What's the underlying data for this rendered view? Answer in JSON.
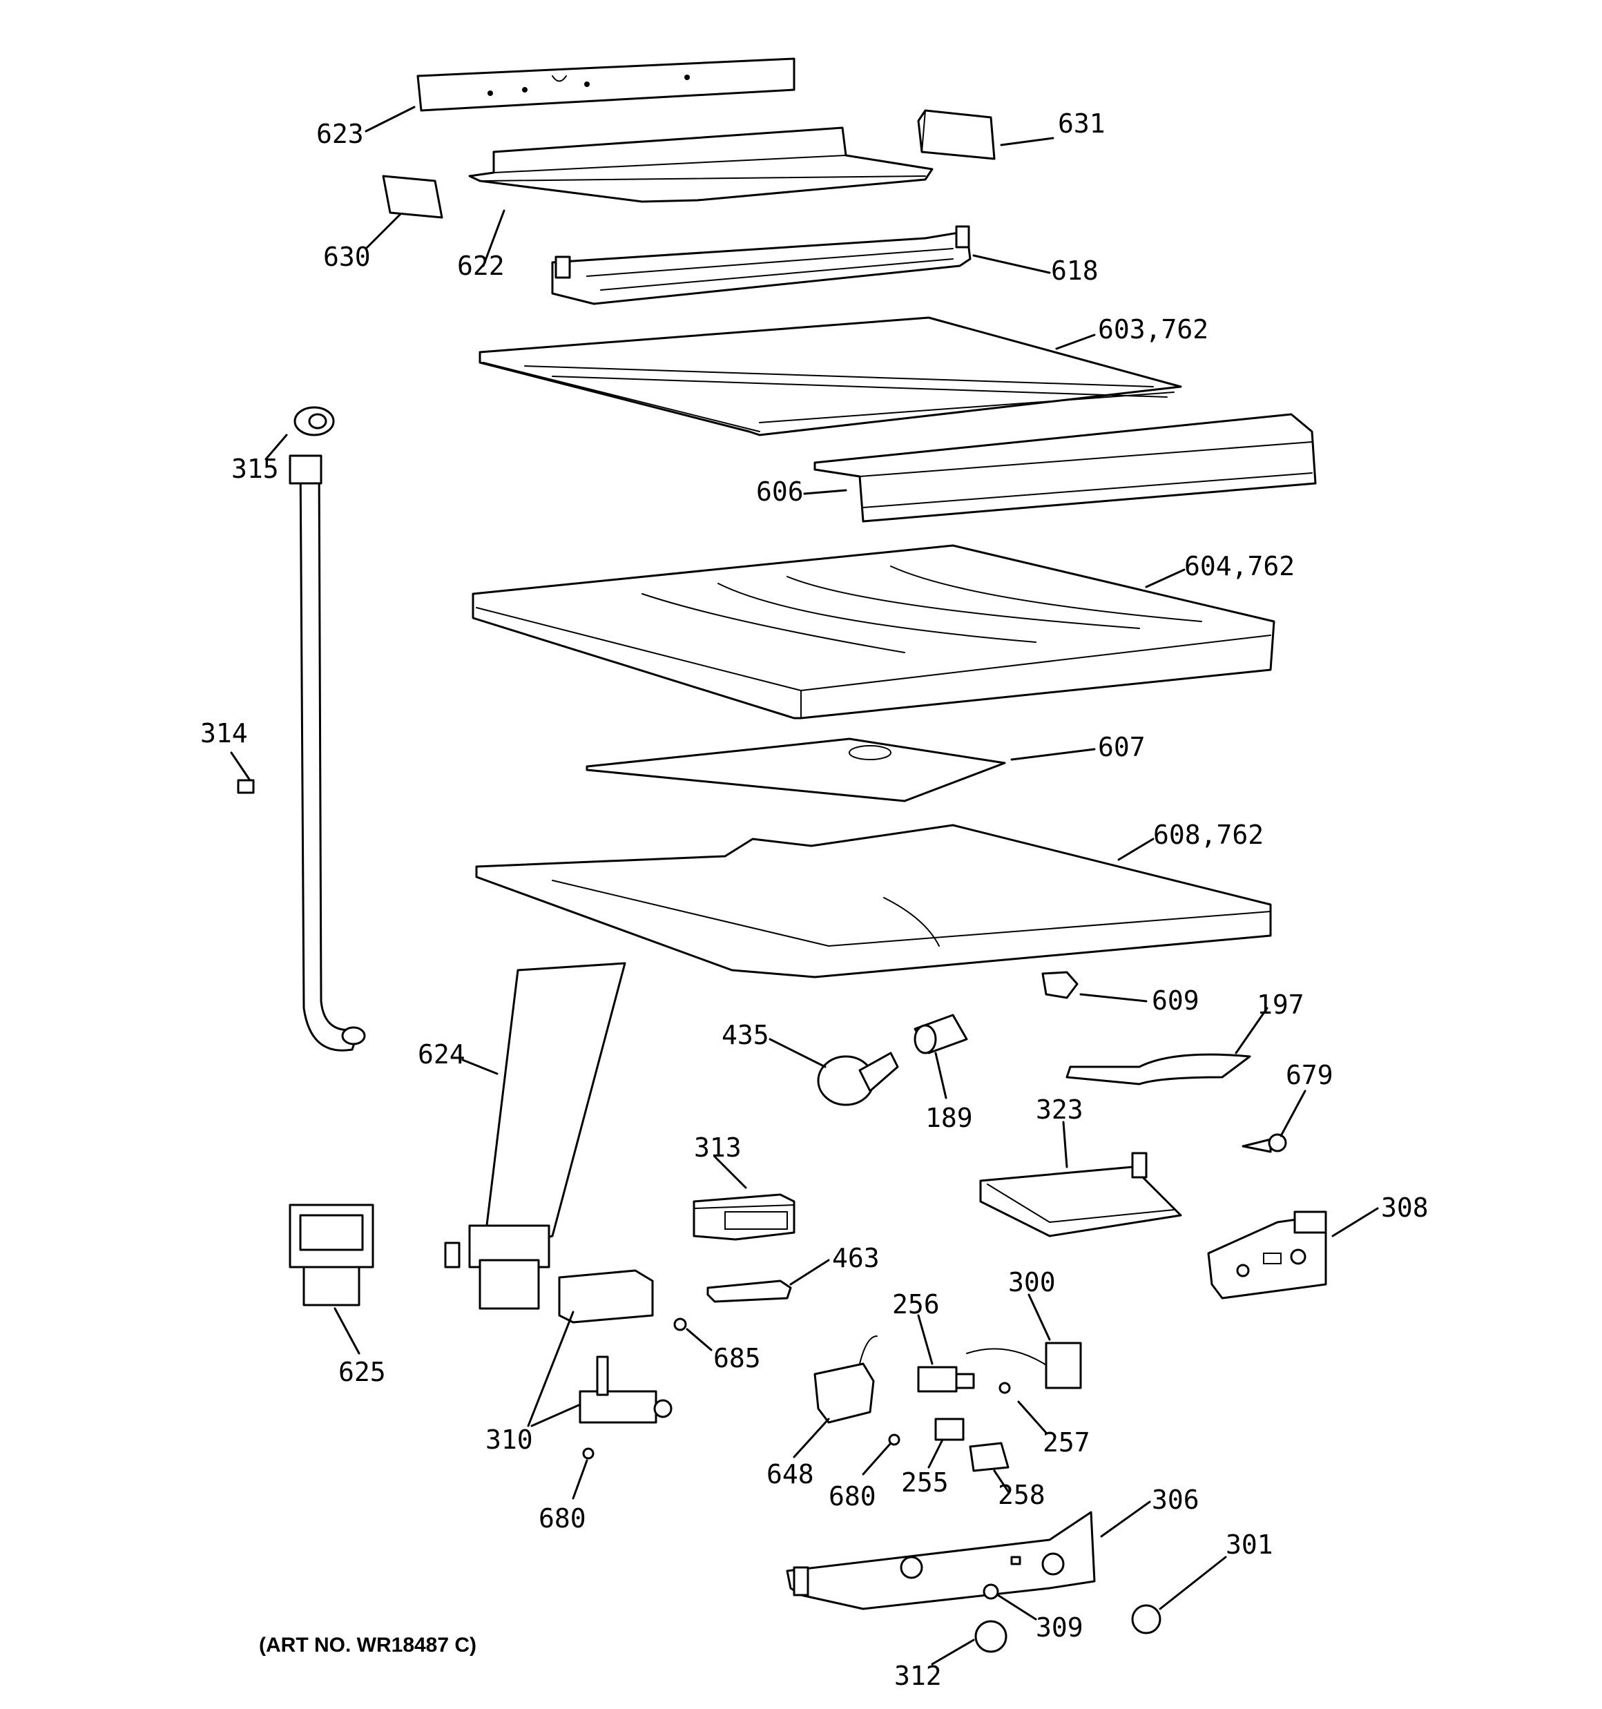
{
  "art_number": "(ART NO. WR18487 C)",
  "callouts": {
    "c623": "623",
    "c631": "631",
    "c630": "630",
    "c622": "622",
    "c618": "618",
    "c603": "603,762",
    "c315": "315",
    "c606": "606",
    "c604": "604,762",
    "c314": "314",
    "c607": "607",
    "c608": "608,762",
    "c609": "609",
    "c197": "197",
    "c435": "435",
    "c189": "189",
    "c624": "624",
    "c679": "679",
    "c323": "323",
    "c313": "313",
    "c308": "308",
    "c463": "463",
    "c300": "300",
    "c256": "256",
    "c685": "685",
    "c625": "625",
    "c310": "310",
    "c257": "257",
    "c648": "648",
    "c680a": "680",
    "c255": "255",
    "c258": "258",
    "c680b": "680",
    "c306": "306",
    "c301": "301",
    "c309": "309",
    "c312": "312"
  }
}
